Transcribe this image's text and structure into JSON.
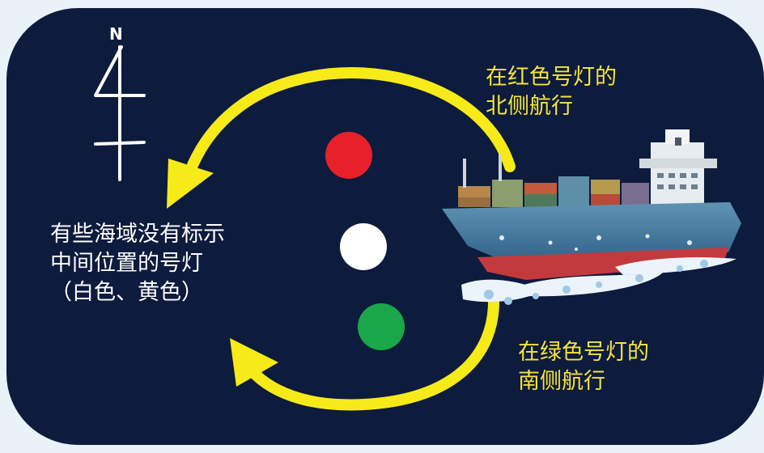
{
  "north": {
    "label": "N",
    "icon": "north-arrow-icon"
  },
  "lights": [
    {
      "name": "red",
      "color": "#e8202a"
    },
    {
      "name": "white",
      "color": "#ffffff"
    },
    {
      "name": "green",
      "color": "#1aa64a"
    }
  ],
  "labels": {
    "red_side": "在红色号灯的\n北侧航行",
    "green_side": "在绿色号灯的\n南侧航行",
    "note": "有些海域没有标示\n中间位置的号灯\n（白色、黄色）"
  },
  "colors": {
    "background": "#0d1b3d",
    "arrow": "#f6ea18",
    "label_text": "#f5e43a",
    "note_text": "#ffffff"
  },
  "ship": {
    "icon": "container-ship-icon"
  }
}
